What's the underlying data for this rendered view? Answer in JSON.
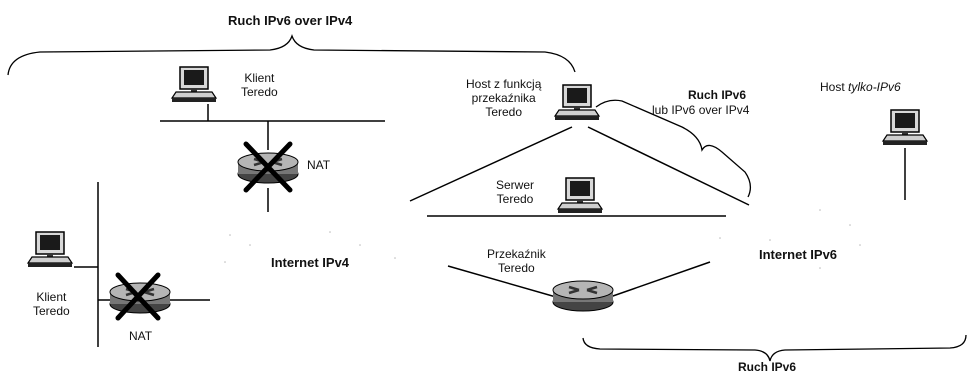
{
  "braces": {
    "top_left": "Ruch IPv6 over IPv4",
    "top_right_line1": "Ruch IPv6",
    "top_right_line2": "lub IPv6 over IPv4",
    "bottom_right": "Ruch IPv6"
  },
  "nodes": {
    "teredo_client_top_line1": "Klient",
    "teredo_client_top_line2": "Teredo",
    "nat_top": "NAT",
    "teredo_client_left_line1": "Klient",
    "teredo_client_left_line2": "Teredo",
    "nat_left": "NAT",
    "host_relay_line1": "Host z funkcją",
    "host_relay_line2": "przekaźnika",
    "host_relay_line3": "Teredo",
    "server_line1": "Serwer",
    "server_line2": "Teredo",
    "relay_line1": "Przekaźnik",
    "relay_line2": "Teredo",
    "host_ipv6_prefix": "Host ",
    "host_ipv6_italic": "tylko-IPv6"
  },
  "clouds": {
    "ipv4": "Internet IPv4",
    "ipv6": "Internet IPv6"
  }
}
